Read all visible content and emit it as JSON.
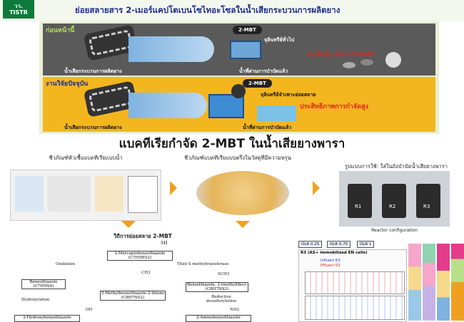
{
  "header": {
    "logo_top": "วว.",
    "logo_bottom": "TISTR",
    "title": "ย่อยสลายสาร 2-เมอร์แคปโตเบนโซไทอะโซลในน้ำเสียกระบวนการผลิตยาง"
  },
  "banner": {
    "top": {
      "tag": "ก่อนหน้านี้",
      "mbt": "2-MBT",
      "microbe": "จุลินทรีย์ทั่วไป",
      "efficiency": "ประสิทธิภาพการกำจัดต่ำ",
      "influent": "น้ำเสียกระบวนการผลิตยาง",
      "effluent": "น้ำที่ผ่านการบำบัดแล้ว"
    },
    "bottom": {
      "tag": "งานวิจัยปัจจุบัน",
      "mbt": "2-MBT",
      "microbe": "จุลินทรีย์จำเพาะย่อยสลาย",
      "efficiency": "ประสิทธิภาพการกำจัดสูง",
      "influent": "น้ำเสียกระบวนการผลิตยาง",
      "effluent": "น้ำที่ผ่านการบำบัดแล้ว"
    }
  },
  "main_title": "แบคทีเรียกำจัด 2-MBT ในน้ำเสียยางพารา",
  "sections": {
    "inoculum": "ชีวภัณฑ์หัวเชื้อแบคทีเรียแบบน้ำ",
    "carrier": "ชีวภัณฑ์แบคทีเรียแบบตรึงในวัสดุที่มีความพรุน",
    "application": "รูปแบบการใช้: ใส่ในถังบำบัดน้ำเสียยางพารา",
    "reactor_caption": "Reactor configuration",
    "pathway_title": "วิถีการย่อยสลาย 2-MBT"
  },
  "reactors": [
    "R1",
    "R2",
    "R3"
  ],
  "pathway": {
    "root": "2-Mercaptobenzothiazole (C7H5NS2)",
    "oxidation": "Oxidation",
    "methyl": "Thiol S-methyltransferase",
    "hydroxylation": "Hydroxylation",
    "reductive": "Reductive desulfurylation",
    "p1": "Benzothiazole (C7H5NS)",
    "p2": "3-Methylbenzothiazole-2-thione (C8H7NS2)",
    "p3": "Benzothiazole, 2-(methylthio)- (C8H7NS2)",
    "p4": "2-Hydroxybenzothiazole",
    "p5": "2-Aminobenzothiazole",
    "sh": "SH",
    "ch3": "CH3",
    "sch3": "SCH3",
    "oh": "OH",
    "nh2": "NH2"
  },
  "results": {
    "olr1": "OLR 0.25",
    "olr2": "OLR 0.75",
    "olr3": "OLR 1",
    "panel_title": "R3 (AS+ immobilized EN cells)",
    "legend1": "Influent R3",
    "legend2": "Effluent R3"
  },
  "colors": {
    "header_title": "#1b2d8c",
    "logo_green": "#0b7a3a",
    "efficiency_red": "#e32424",
    "banner_gold": "#f3b61f",
    "arrow_orange": "#f0a020"
  }
}
